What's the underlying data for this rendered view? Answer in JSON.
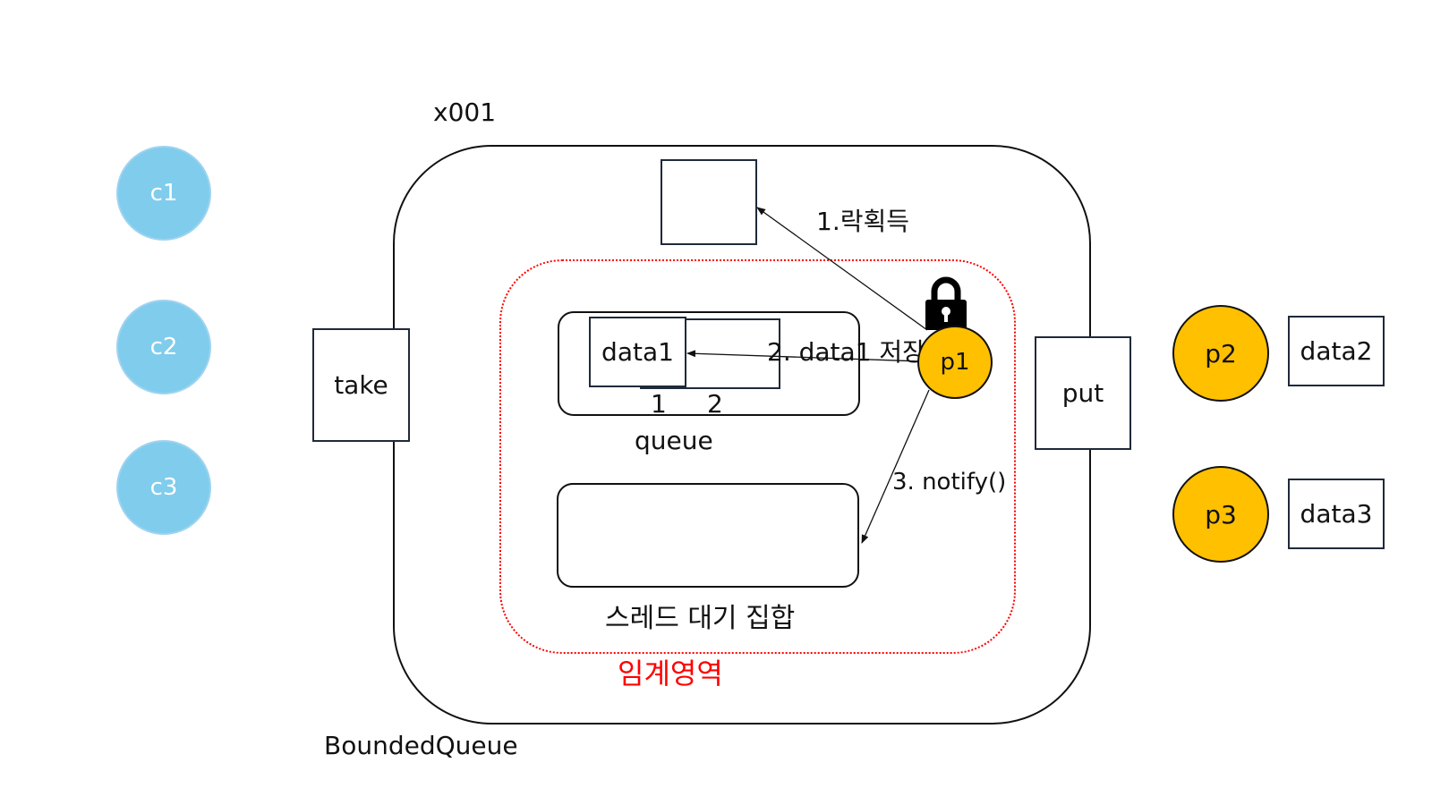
{
  "diagram": {
    "object_id": "x001",
    "class_name": "BoundedQueue",
    "critical_section_label": "임계영역",
    "critical_section_color": "#ff0000",
    "queue": {
      "label": "queue",
      "slots": [
        "data1",
        ""
      ],
      "indices": [
        "1",
        "2"
      ]
    },
    "wait_set_label": "스레드 대기 집합",
    "methods": {
      "take": "take",
      "put": "put"
    },
    "consumers": [
      "c1",
      "c2",
      "c3"
    ],
    "consumer_color": "#80ccec",
    "producer_color": "#ffc000",
    "active_producer": "p1",
    "waiting_producers": [
      {
        "name": "p2",
        "data": "data2"
      },
      {
        "name": "p3",
        "data": "data3"
      }
    ],
    "steps": {
      "step1": "1.락획득",
      "step2": "2. data1 저장",
      "step3": "3. notify()"
    },
    "icons": {
      "lock": "lock-icon"
    }
  }
}
